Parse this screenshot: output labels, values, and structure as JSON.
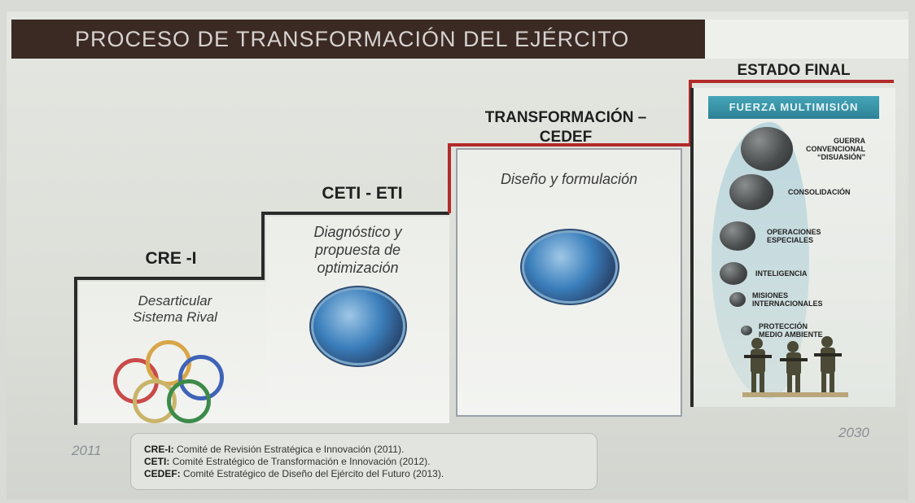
{
  "title": "PROCESO DE TRANSFORMACIÓN DEL EJÉRCITO",
  "stages": [
    {
      "title": "CRE -I",
      "description": "Desarticular Sistema Rival"
    },
    {
      "title": "CETI - ETI",
      "description": "Diagnóstico y propuesta de optimización"
    },
    {
      "title_line1": "TRANSFORMACIÓN –",
      "title_line2": "CEDEF",
      "description": "Diseño y formulación"
    },
    {
      "title": "ESTADO FINAL"
    }
  ],
  "final_state": {
    "header": "FUERZA MULTIMISIÓN",
    "missions": [
      {
        "line1": "GUERRA",
        "line2": "CONVENCIONAL",
        "line3": "“DISUASIÓN”"
      },
      {
        "line1": "CONSOLIDACIÓN"
      },
      {
        "line1": "OPERACIONES",
        "line2": "ESPECIALES"
      },
      {
        "line1": "INTELIGENCIA"
      },
      {
        "line1": "MISIONES",
        "line2": "INTERNACIONALES"
      },
      {
        "line1": "PROTECCIÓN",
        "line2": "MEDIO AMBIENTE"
      }
    ]
  },
  "years": {
    "start": "2011",
    "end": "2030"
  },
  "legend": [
    {
      "abbr": "CRE-I:",
      "text": "Comité de Revisión Estratégica e Innovación (2011)."
    },
    {
      "abbr": "CETI:",
      "text": "Comité Estratégico de Transformación e Innovación (2012)."
    },
    {
      "abbr": "CEDEF:",
      "text": "Comité Estratégico de Diseño del Ejército del Futuro (2013)."
    }
  ],
  "colors": {
    "title_bar": "#3b2a24",
    "step_line_dark": "#2a2a2a",
    "step_line_red": "#b22a2a",
    "accent_teal": "#2d8196"
  }
}
